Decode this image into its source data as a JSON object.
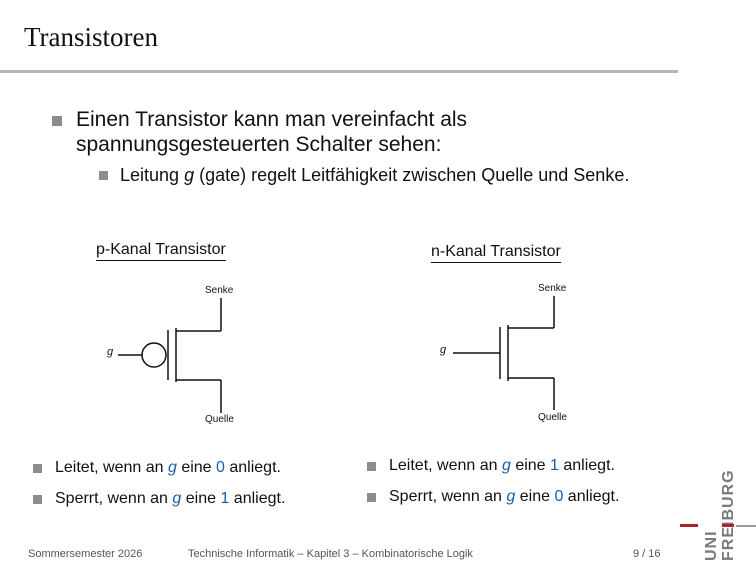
{
  "slide": {
    "title": "Transistoren",
    "bullet1": "Einen Transistor kann man vereinfacht als spannungsgesteuerten Schalter sehen:",
    "bullet2": {
      "pre": "Leitung ",
      "g": "g",
      "post": " (gate) regelt Leitfähigkeit zwischen Quelle und Senke."
    }
  },
  "pkanal": {
    "title": "p-Kanal Transistor",
    "senke": "Senke",
    "quelle": "Quelle",
    "gate": "g",
    "cond1": {
      "pre": "Leitet, wenn an ",
      "g": "g",
      "mid": " eine ",
      "val": "0",
      "post": " anliegt."
    },
    "cond2": {
      "pre": "Sperrt, wenn an ",
      "g": "g",
      "mid": " eine ",
      "val": "1",
      "post": " anliegt."
    }
  },
  "nkanal": {
    "title": "n-Kanal Transistor",
    "senke": "Senke",
    "quelle": "Quelle",
    "gate": "g",
    "cond1": {
      "pre": "Leitet, wenn an ",
      "g": "g",
      "mid": " eine ",
      "val": "1",
      "post": " anliegt."
    },
    "cond2": {
      "pre": "Sperrt, wenn an ",
      "g": "g",
      "mid": " eine ",
      "val": "0",
      "post": " anliegt."
    }
  },
  "footer": {
    "semester": "Sommersemester 2026",
    "course": "Technische Informatik – Kapitel 3 – Kombinatorische Logik",
    "page": "9 / 16"
  },
  "logo": {
    "line1": "UNI",
    "line2": "FREIBURG"
  },
  "colors": {
    "accent_blue": "#1a5fa8",
    "rule_grey": "#b4b4b4",
    "logo_red": "#b21f2d"
  }
}
